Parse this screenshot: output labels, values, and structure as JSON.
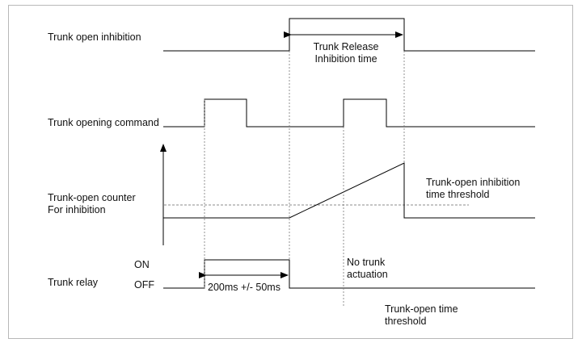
{
  "signals": {
    "trunk_open_inhibition": "Trunk open inhibition",
    "trunk_opening_command": "Trunk opening command",
    "trunk_open_counter": "Trunk-open counter\nFor inhibition",
    "trunk_relay": "Trunk relay"
  },
  "relay_states": {
    "on": "ON",
    "off": "OFF"
  },
  "annotations": {
    "release_inhibition_time": "Trunk Release\nInhibition time",
    "inhibition_time_threshold": "Trunk-open inhibition\ntime threshold",
    "pulse_duration": "200ms +/- 50ms",
    "no_trunk_actuation": "No trunk\nactuation",
    "open_time_threshold": "Trunk-open time\nthreshold"
  }
}
